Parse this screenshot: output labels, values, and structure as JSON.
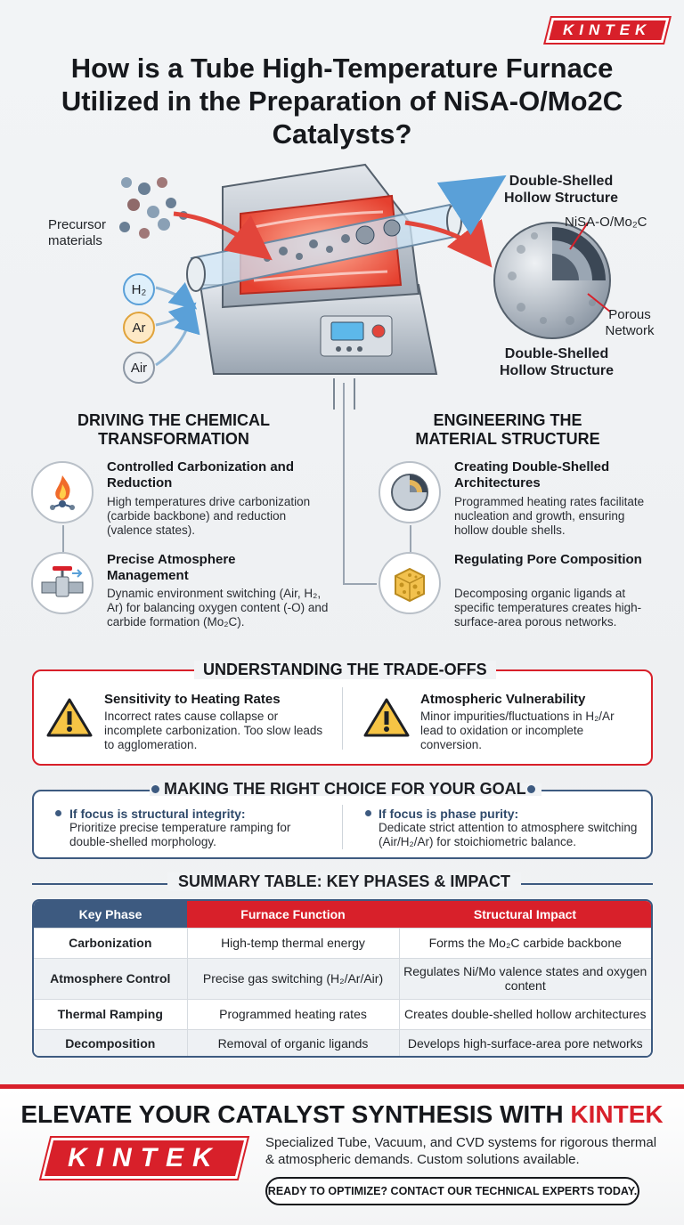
{
  "brand": {
    "logo_text": "KINTEK",
    "accent_color": "#d8202a",
    "navy_color": "#3d5a80"
  },
  "title": "How is a Tube High-Temperature Furnace Utilized in the Preparation of NiSA-O/Mo2C Catalysts?",
  "hero": {
    "precursor_label": "Precursor materials",
    "gases": [
      "H₂",
      "Ar",
      "Air"
    ],
    "output_label_top": "Double-Shelled Hollow Structure",
    "output_label_bottom": "Double-Shelled Hollow Structure",
    "catalyst_label": "NiSA-O/Mo₂C",
    "porous_label": "Porous Network"
  },
  "left_section": {
    "heading": "DRIVING THE CHEMICAL TRANSFORMATION",
    "items": [
      {
        "title": "Controlled Carbonization and Reduction",
        "text": "High temperatures drive carbonization (carbide backbone) and reduction (valence states).",
        "icon": "flame-molecule-icon"
      },
      {
        "title": "Precise Atmosphere Management",
        "text": "Dynamic environment switching (Air, H₂, Ar) for balancing oxygen content (-O) and carbide formation (Mo₂C).",
        "icon": "valve-pipe-icon"
      }
    ]
  },
  "right_section": {
    "heading": "ENGINEERING THE MATERIAL STRUCTURE",
    "items": [
      {
        "title": "Creating Double-Shelled Architectures",
        "text": "Programmed heating rates facilitate nucleation and growth, ensuring hollow double shells.",
        "icon": "double-shell-icon"
      },
      {
        "title": "Regulating Pore Composition",
        "text": "Decomposing organic ligands at specific temperatures creates high-surface-area porous networks.",
        "icon": "porous-cube-icon"
      }
    ]
  },
  "tradeoffs": {
    "heading": "UNDERSTANDING THE TRADE-OFFS",
    "items": [
      {
        "title": "Sensitivity to Heating Rates",
        "text": "Incorrect rates cause collapse or incomplete carbonization. Too slow leads to agglomeration."
      },
      {
        "title": "Atmospheric Vulnerability",
        "text": "Minor impurities/fluctuations in H₂/Ar lead to oxidation or incomplete conversion."
      }
    ]
  },
  "choice": {
    "heading": "MAKING THE RIGHT CHOICE FOR YOUR GOAL",
    "items": [
      {
        "title": "If focus is structural integrity:",
        "text": "Prioritize precise temperature ramping for double-shelled morphology."
      },
      {
        "title": "If focus is phase purity:",
        "text": "Dedicate strict attention to atmosphere switching (Air/H₂/Ar) for stoichiometric balance."
      }
    ]
  },
  "summary_table": {
    "heading": "SUMMARY TABLE: KEY PHASES & IMPACT",
    "columns": [
      "Key Phase",
      "Furnace Function",
      "Structural Impact"
    ],
    "rows": [
      [
        "Carbonization",
        "High-temp thermal energy",
        "Forms the Mo₂C carbide backbone"
      ],
      [
        "Atmosphere Control",
        "Precise gas switching (H₂/Ar/Air)",
        "Regulates Ni/Mo valence states and oxygen content"
      ],
      [
        "Thermal Ramping",
        "Programmed heating rates",
        "Creates double-shelled hollow architectures"
      ],
      [
        "Decomposition",
        "Removal of organic ligands",
        "Develops high-surface-area pore networks"
      ]
    ]
  },
  "footer": {
    "title_prefix": "ELEVATE YOUR CATALYST SYNTHESIS WITH ",
    "title_brand": "KINTEK",
    "text": "Specialized Tube, Vacuum, and CVD systems for rigorous thermal & atmospheric demands. Custom solutions available.",
    "cta": "READY TO OPTIMIZE? CONTACT OUR TECHNICAL EXPERTS TODAY."
  }
}
